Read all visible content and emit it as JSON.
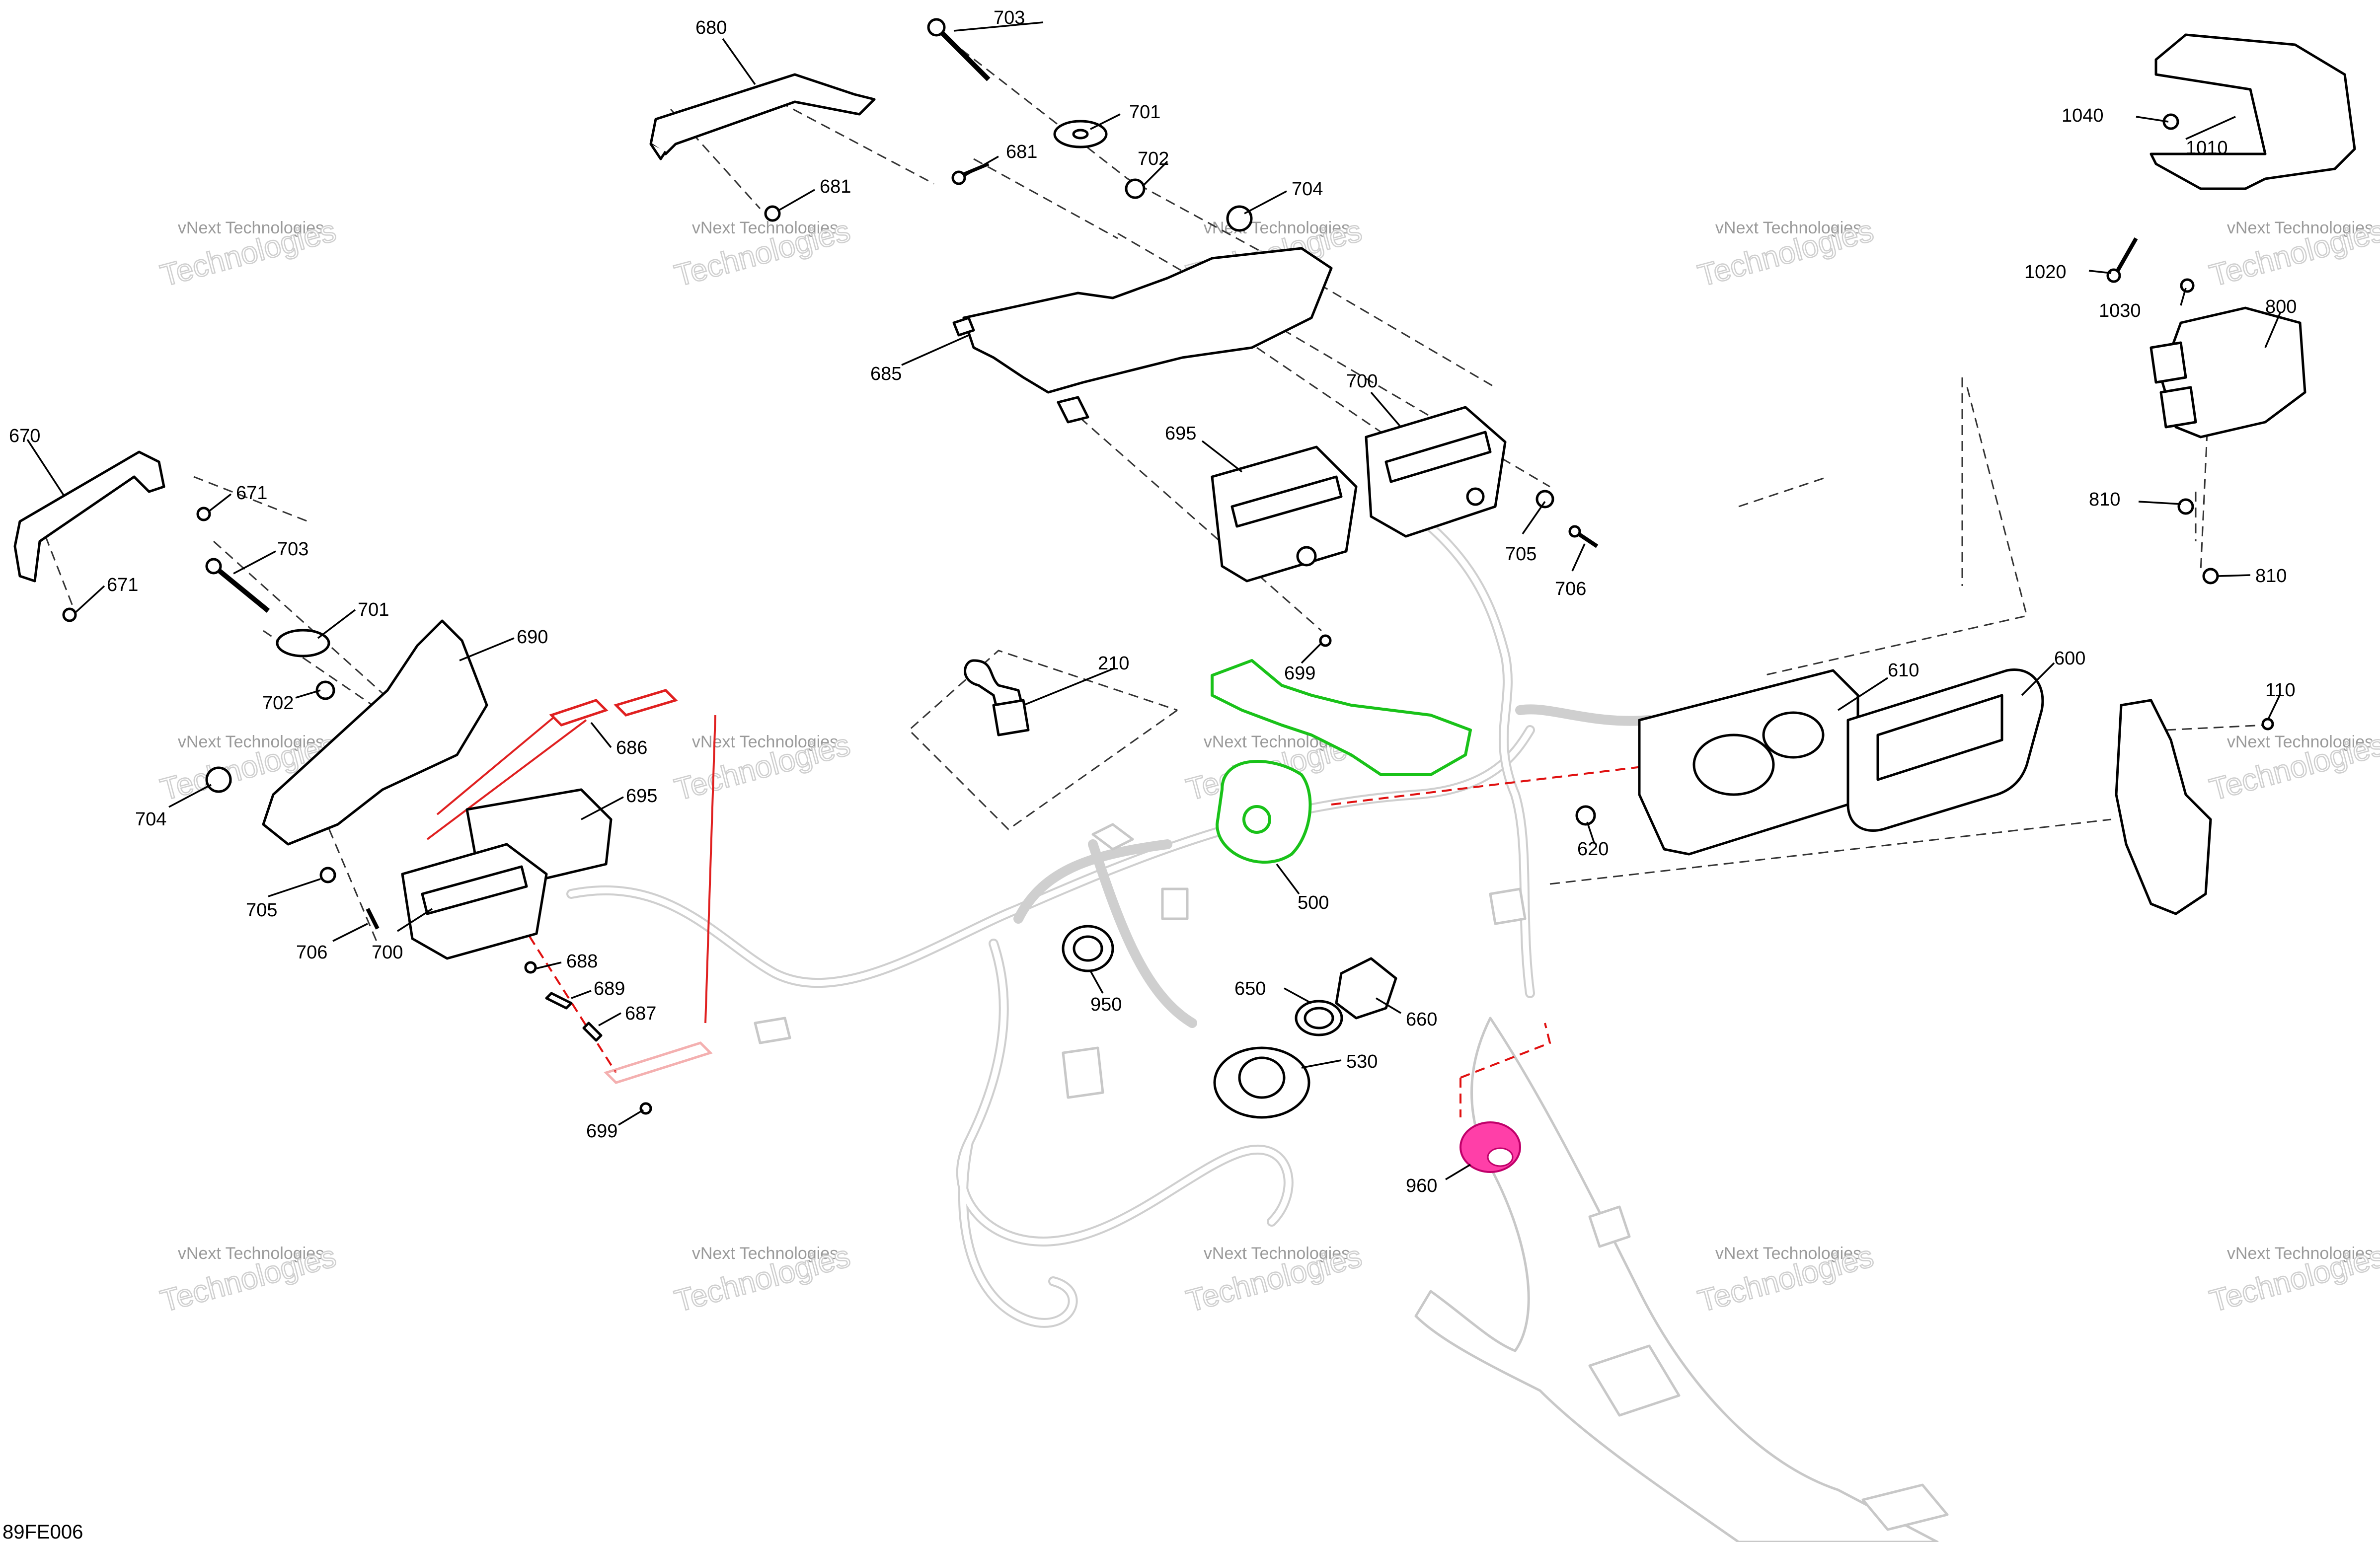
{
  "diagram_code": "89FE006",
  "watermark": {
    "line1": "vNext Technologies",
    "line2": "Technologies"
  },
  "colors": {
    "parts": "#000000",
    "ghost_parts": "#c8c8c8",
    "highlight_red": "#e02020",
    "highlight_green": "#19c219",
    "highlight_magenta": "#ff3fa8"
  },
  "callouts": [
    {
      "id": "c680",
      "text": "680"
    },
    {
      "id": "c703a",
      "text": "703"
    },
    {
      "id": "c701a",
      "text": "701"
    },
    {
      "id": "c681a",
      "text": "681"
    },
    {
      "id": "c702a",
      "text": "702"
    },
    {
      "id": "c681b",
      "text": "681"
    },
    {
      "id": "c704a",
      "text": "704"
    },
    {
      "id": "c685",
      "text": "685"
    },
    {
      "id": "c700a",
      "text": "700"
    },
    {
      "id": "c695a",
      "text": "695"
    },
    {
      "id": "c705a",
      "text": "705"
    },
    {
      "id": "c706a",
      "text": "706"
    },
    {
      "id": "c699a",
      "text": "699"
    },
    {
      "id": "c210",
      "text": "210"
    },
    {
      "id": "c1040",
      "text": "1040"
    },
    {
      "id": "c1010",
      "text": "1010"
    },
    {
      "id": "c1020",
      "text": "1020"
    },
    {
      "id": "c1030",
      "text": "1030"
    },
    {
      "id": "c800",
      "text": "800"
    },
    {
      "id": "c810a",
      "text": "810"
    },
    {
      "id": "c810b",
      "text": "810"
    },
    {
      "id": "c610",
      "text": "610"
    },
    {
      "id": "c600",
      "text": "600"
    },
    {
      "id": "c110",
      "text": "110"
    },
    {
      "id": "c620",
      "text": "620"
    },
    {
      "id": "c500",
      "text": "500"
    },
    {
      "id": "c670",
      "text": "670"
    },
    {
      "id": "c671a",
      "text": "671"
    },
    {
      "id": "c671b",
      "text": "671"
    },
    {
      "id": "c703b",
      "text": "703"
    },
    {
      "id": "c701b",
      "text": "701"
    },
    {
      "id": "c690",
      "text": "690"
    },
    {
      "id": "c702b",
      "text": "702"
    },
    {
      "id": "c686",
      "text": "686"
    },
    {
      "id": "c704b",
      "text": "704"
    },
    {
      "id": "c695b",
      "text": "695"
    },
    {
      "id": "c705b",
      "text": "705"
    },
    {
      "id": "c706b",
      "text": "706"
    },
    {
      "id": "c700b",
      "text": "700"
    },
    {
      "id": "c688",
      "text": "688"
    },
    {
      "id": "c689",
      "text": "689"
    },
    {
      "id": "c687",
      "text": "687"
    },
    {
      "id": "c699b",
      "text": "699"
    },
    {
      "id": "c950",
      "text": "950"
    },
    {
      "id": "c650",
      "text": "650"
    },
    {
      "id": "c660",
      "text": "660"
    },
    {
      "id": "c530",
      "text": "530"
    },
    {
      "id": "c960",
      "text": "960"
    }
  ]
}
